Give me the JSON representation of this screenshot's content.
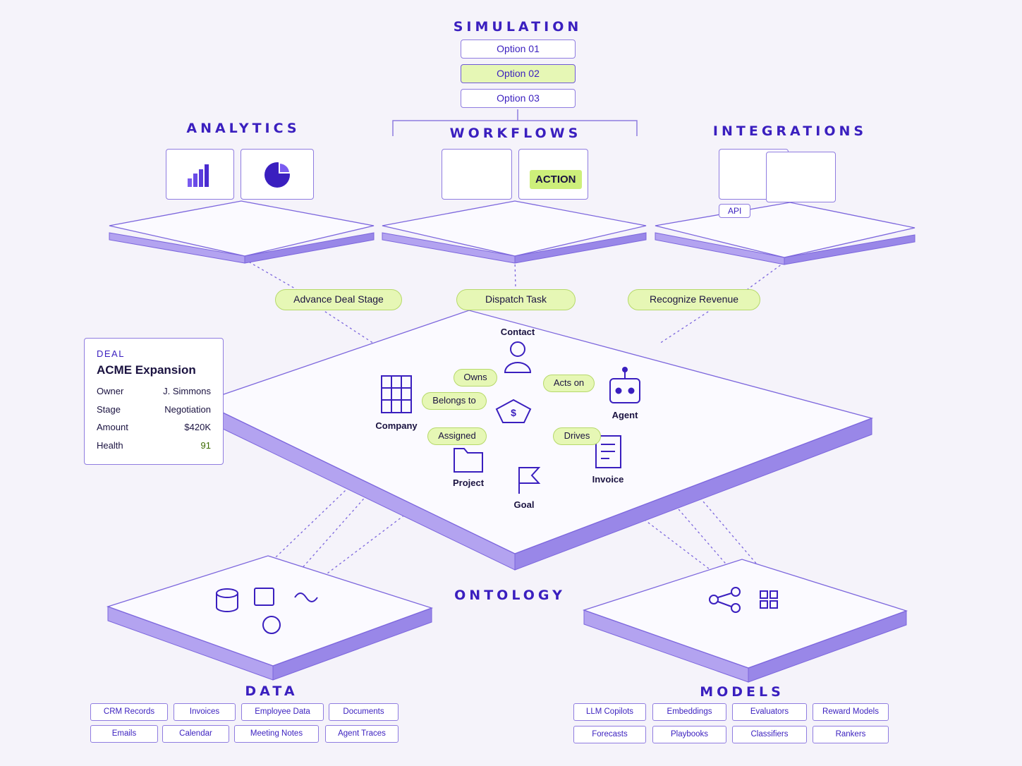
{
  "simulation": {
    "title": "SIMULATION",
    "options": [
      {
        "label": "Option 01",
        "selected": false
      },
      {
        "label": "Option 02",
        "selected": true
      },
      {
        "label": "Option 03",
        "selected": false
      }
    ]
  },
  "analytics": {
    "title": "ANALYTICS",
    "icons": [
      "bar-chart-icon",
      "pie-chart-icon"
    ]
  },
  "workflows": {
    "title": "WORKFLOWS",
    "action_label": "ACTION"
  },
  "integrations": {
    "title": "INTEGRATIONS",
    "api_label": "API"
  },
  "actions": [
    "Advance Deal Stage",
    "Dispatch Task",
    "Recognize Revenue"
  ],
  "ontology": {
    "title": "ONTOLOGY",
    "nodes": {
      "contact": "Contact",
      "company": "Company",
      "agent": "Agent",
      "project": "Project",
      "goal": "Goal",
      "invoice": "Invoice",
      "center_icon": "dollar-icon"
    },
    "relations": [
      "Owns",
      "Acts on",
      "Belongs to",
      "Assigned",
      "Drives"
    ]
  },
  "deal": {
    "kicker": "DEAL",
    "title": "ACME Expansion",
    "rows": [
      {
        "k": "Owner",
        "v": "J. Simmons"
      },
      {
        "k": "Stage",
        "v": "Negotiation"
      },
      {
        "k": "Amount",
        "v": "$420K"
      },
      {
        "k": "Health",
        "v": "91"
      }
    ]
  },
  "data": {
    "title": "DATA",
    "icons": [
      "database-icon",
      "square-icon",
      "wave-icon",
      "circle-icon"
    ],
    "sources": [
      "CRM Records",
      "Invoices",
      "Employee Data",
      "Documents",
      "Emails",
      "Calendar",
      "Meeting Notes",
      "Agent Traces"
    ]
  },
  "models": {
    "title": "MODELS",
    "icons": [
      "share-icon",
      "grid-icon"
    ],
    "items": [
      "LLM Copilots",
      "Embeddings",
      "Evaluators",
      "Reward Models",
      "Forecasts",
      "Playbooks",
      "Classifiers",
      "Rankers"
    ]
  },
  "colors": {
    "accent": "#3a1fbf",
    "platform": "#b3a3f0",
    "highlight": "#e6f7b5"
  }
}
